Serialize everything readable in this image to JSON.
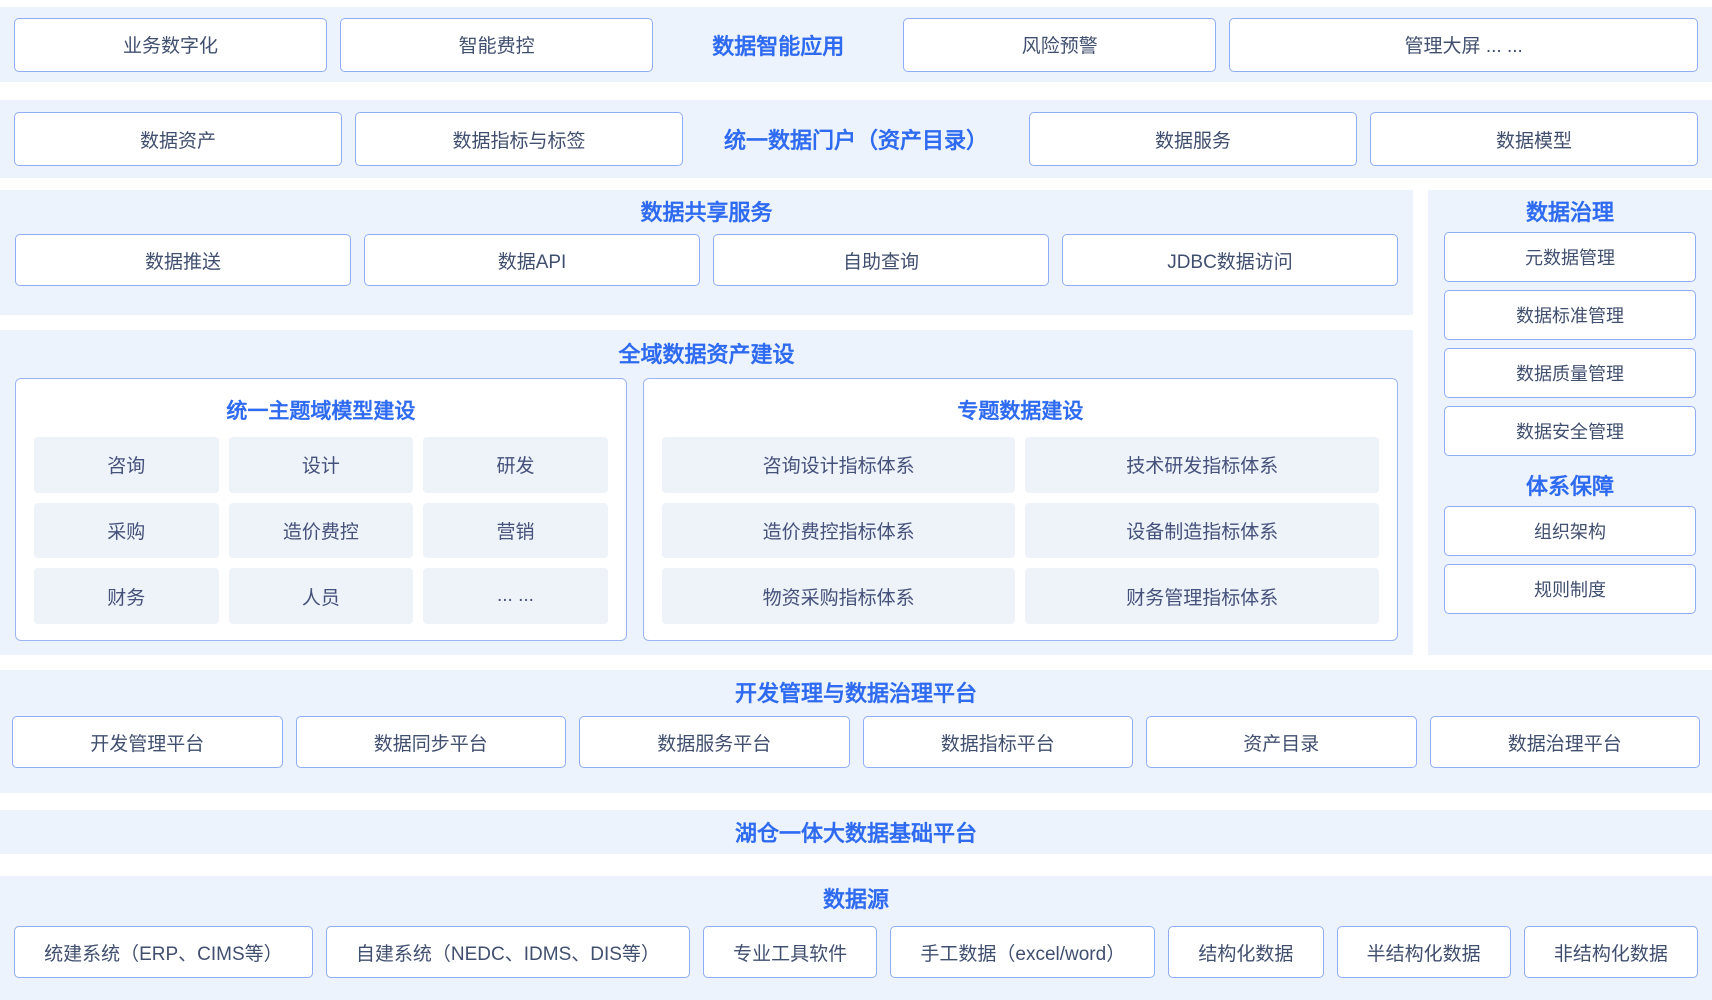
{
  "colors": {
    "band_bg": "#edf3fc",
    "box_bg": "#ffffff",
    "box_border": "#8fadf5",
    "title_blue": "#2e6bf0",
    "box_text": "#414f6f",
    "cell_bg": "#eef2f9"
  },
  "app_layer": {
    "title": "数据智能应用",
    "left_boxes": [
      "业务数字化",
      "智能费控"
    ],
    "right_boxes": [
      "风险预警",
      "管理大屏 ... ..."
    ]
  },
  "portal_layer": {
    "title": "统一数据门户（资产目录）",
    "left_boxes": [
      "数据资产",
      "数据指标与标签"
    ],
    "right_boxes": [
      "数据服务",
      "数据模型"
    ]
  },
  "sharing": {
    "title": "数据共享服务",
    "boxes": [
      "数据推送",
      "数据API",
      "自助查询",
      "JDBC数据访问"
    ]
  },
  "asset_building": {
    "title": "全域数据资产建设",
    "domain_model": {
      "title": "统一主题域模型建设",
      "cells": [
        "咨询",
        "设计",
        "研发",
        "采购",
        "造价费控",
        "营销",
        "财务",
        "人员",
        "... ..."
      ]
    },
    "special_data": {
      "title": "专题数据建设",
      "cells": [
        "咨询设计指标体系",
        "技术研发指标体系",
        "造价费控指标体系",
        "设备制造指标体系",
        "物资采购指标体系",
        "财务管理指标体系"
      ]
    }
  },
  "governance": {
    "title": "数据治理",
    "boxes": [
      "元数据管理",
      "数据标准管理",
      "数据质量管理",
      "数据安全管理"
    ]
  },
  "assurance": {
    "title": "体系保障",
    "boxes": [
      "组织架构",
      "规则制度"
    ]
  },
  "dev_platform": {
    "title": "开发管理与数据治理平台",
    "boxes": [
      "开发管理平台",
      "数据同步平台",
      "数据服务平台",
      "数据指标平台",
      "资产目录",
      "数据治理平台"
    ]
  },
  "lakehouse": {
    "title": "湖仓一体大数据基础平台"
  },
  "datasource": {
    "title": "数据源",
    "boxes": [
      "统建系统（ERP、CIMS等）",
      "自建系统（NEDC、IDMS、DIS等）",
      "专业工具软件",
      "手工数据（excel/word）",
      "结构化数据",
      "半结构化数据",
      "非结构化数据"
    ]
  }
}
